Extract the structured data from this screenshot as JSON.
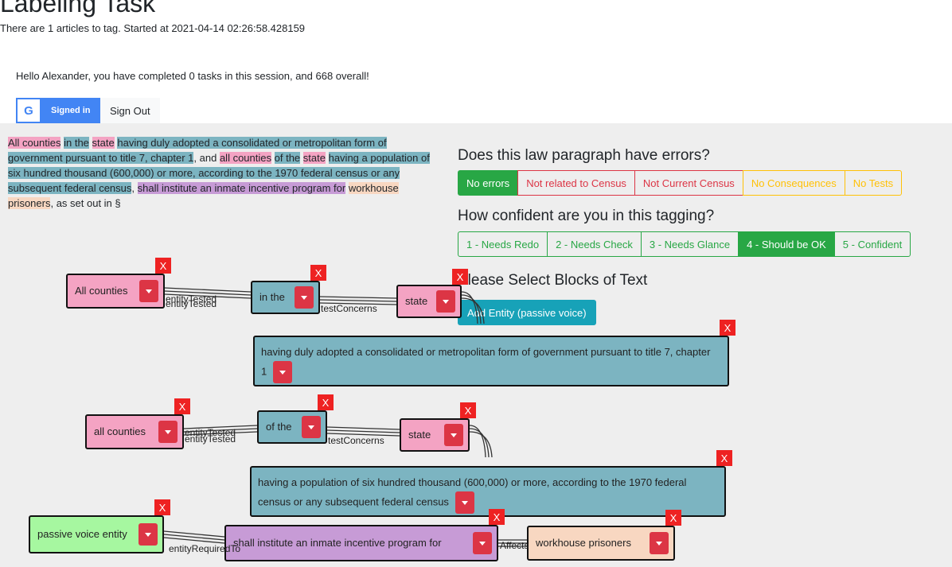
{
  "header": {
    "title": "Labeling Task",
    "summary": "There are 1 articles to tag. Started at 2021-04-14 02:26:58.428159",
    "greeting": "Hello Alexander, you have completed 0 tasks in this session, and 668 overall!"
  },
  "auth": {
    "google_glyph": "G",
    "signed_in_label": "Signed in",
    "sign_out_label": "Sign Out"
  },
  "paragraph": {
    "segments": [
      {
        "text": "All counties",
        "hl": "pink"
      },
      {
        "text": " ",
        "hl": ""
      },
      {
        "text": "in the",
        "hl": "teal"
      },
      {
        "text": " ",
        "hl": ""
      },
      {
        "text": "state",
        "hl": "pink"
      },
      {
        "text": " ",
        "hl": ""
      },
      {
        "text": "having duly adopted a consolidated or metropolitan form of government pursuant to title 7, chapter 1",
        "hl": "teal"
      },
      {
        "text": ", and ",
        "hl": ""
      },
      {
        "text": "all counties",
        "hl": "pink"
      },
      {
        "text": " ",
        "hl": ""
      },
      {
        "text": "of the",
        "hl": "teal"
      },
      {
        "text": " ",
        "hl": ""
      },
      {
        "text": "state",
        "hl": "pink"
      },
      {
        "text": " ",
        "hl": ""
      },
      {
        "text": "having a population of six hundred thousand (600,000) or more, according to the 1970 federal census or any subsequent federal census",
        "hl": "teal"
      },
      {
        "text": ", ",
        "hl": ""
      },
      {
        "text": "shall institute an inmate incentive program for",
        "hl": "purple"
      },
      {
        "text": " ",
        "hl": ""
      },
      {
        "text": "workhouse prisoners",
        "hl": "peach"
      },
      {
        "text": ", as set out in §",
        "hl": ""
      }
    ]
  },
  "questions": {
    "errors": {
      "title": "Does this law paragraph have errors?",
      "options": [
        "No errors",
        "Not related to Census",
        "Not Current Census",
        "No Consequences",
        "No Tests"
      ],
      "styles": [
        "success",
        "danger",
        "danger",
        "warning",
        "warning"
      ],
      "selected": "No errors"
    },
    "confidence": {
      "title": "How confident are you in this tagging?",
      "options": [
        "1 - Needs Redo",
        "2 - Needs Check",
        "3 - Needs Glance",
        "4 - Should be OK",
        "5 - Confident"
      ],
      "styles": [
        "success",
        "success",
        "success",
        "success",
        "success"
      ],
      "selected": "4 - Should be OK"
    },
    "blocks": {
      "title": "Please Select Blocks of Text",
      "add_button": "Add Entity (passive voice)"
    }
  },
  "entities": [
    {
      "id": "e1",
      "text": "All counties",
      "color": "pink"
    },
    {
      "id": "e2",
      "text": "in the",
      "color": "teal"
    },
    {
      "id": "e3",
      "text": "state",
      "color": "pink"
    },
    {
      "id": "e4",
      "text": "having duly adopted a consolidated or metropolitan form of government pursuant to title 7, chapter 1",
      "color": "teal"
    },
    {
      "id": "e5",
      "text": "all counties",
      "color": "pink"
    },
    {
      "id": "e6",
      "text": "of the",
      "color": "teal"
    },
    {
      "id": "e7",
      "text": "state",
      "color": "pink"
    },
    {
      "id": "e8",
      "text": "having a population of six hundred thousand (600,000) or more, according to the 1970 federal census or any subsequent federal census",
      "color": "teal"
    },
    {
      "id": "e9",
      "text": "passive voice entity",
      "color": "green"
    },
    {
      "id": "e10",
      "text": "shall institute an inmate incentive program for",
      "color": "purple"
    },
    {
      "id": "e11",
      "text": "workhouse prisoners",
      "color": "peach"
    }
  ],
  "relations": [
    {
      "label": "entityTested"
    },
    {
      "label": "entityTested"
    },
    {
      "label": "testConcerns"
    },
    {
      "label": "entityTested"
    },
    {
      "label": "entityTested"
    },
    {
      "label": "testConcerns"
    },
    {
      "label": "entityRequiredTo"
    },
    {
      "label": "Affects"
    }
  ],
  "controls": {
    "delete_label": "X"
  },
  "icons": {
    "caret": "caret-down-icon",
    "google": "google-logo-icon"
  },
  "colors": {
    "pink": "#f4a3c3",
    "teal": "#7cb4c1",
    "purple": "#c79bd6",
    "peach": "#f8d7c1",
    "green": "#a6f7a0",
    "danger": "#dc3545",
    "success": "#28a745",
    "warning": "#ffc107",
    "info": "#17a2b8"
  }
}
